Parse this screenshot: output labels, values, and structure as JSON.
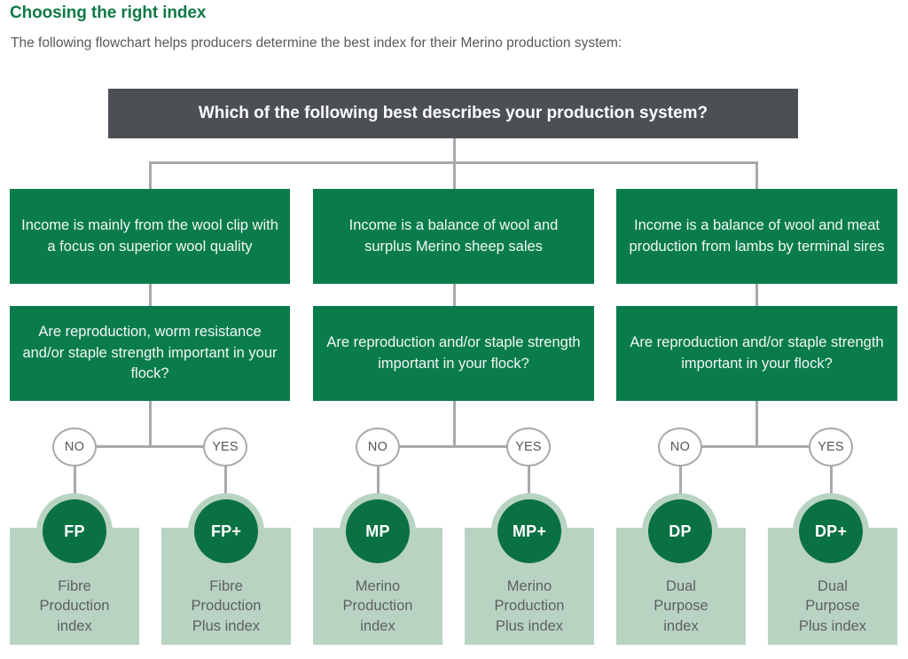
{
  "header": {
    "title": "Choosing the right index",
    "subtitle": "The following flowchart helps producers determine the best index for their Merino production system:",
    "title_color": "#0f7a45",
    "subtitle_color": "#58595b"
  },
  "flowchart": {
    "root_question": "Which of the following best describes your production system?",
    "root_box_color": "#4c5055",
    "box_color": "#0a7c4c",
    "connector_color": "#a7a9ac",
    "card_color": "#b9d3c3",
    "disc_color": "#0a7142",
    "columns": [
      {
        "system": "Income is mainly from the wool clip with a focus on superior wool quality",
        "question": "Are reproduction, worm resistance and/or staple strength important in your flock?",
        "branches": [
          {
            "answer": "NO",
            "code": "FP",
            "name": "Fibre\nProduction\nindex"
          },
          {
            "answer": "YES",
            "code": "FP+",
            "name": "Fibre\nProduction\nPlus index"
          }
        ]
      },
      {
        "system": "Income is a balance of wool and surplus Merino sheep sales",
        "question": "Are reproduction and/or  staple strength important in your flock?",
        "branches": [
          {
            "answer": "NO",
            "code": "MP",
            "name": "Merino\nProduction\nindex"
          },
          {
            "answer": "YES",
            "code": "MP+",
            "name": "Merino\nProduction\nPlus index"
          }
        ]
      },
      {
        "system": "Income is a balance of wool and meat production from lambs by terminal sires",
        "question": "Are reproduction and/or staple strength important in your flock?",
        "branches": [
          {
            "answer": "NO",
            "code": "DP",
            "name": "Dual\nPurpose\nindex"
          },
          {
            "answer": "YES",
            "code": "DP+",
            "name": "Dual\nPurpose\nPlus index"
          }
        ]
      }
    ]
  }
}
